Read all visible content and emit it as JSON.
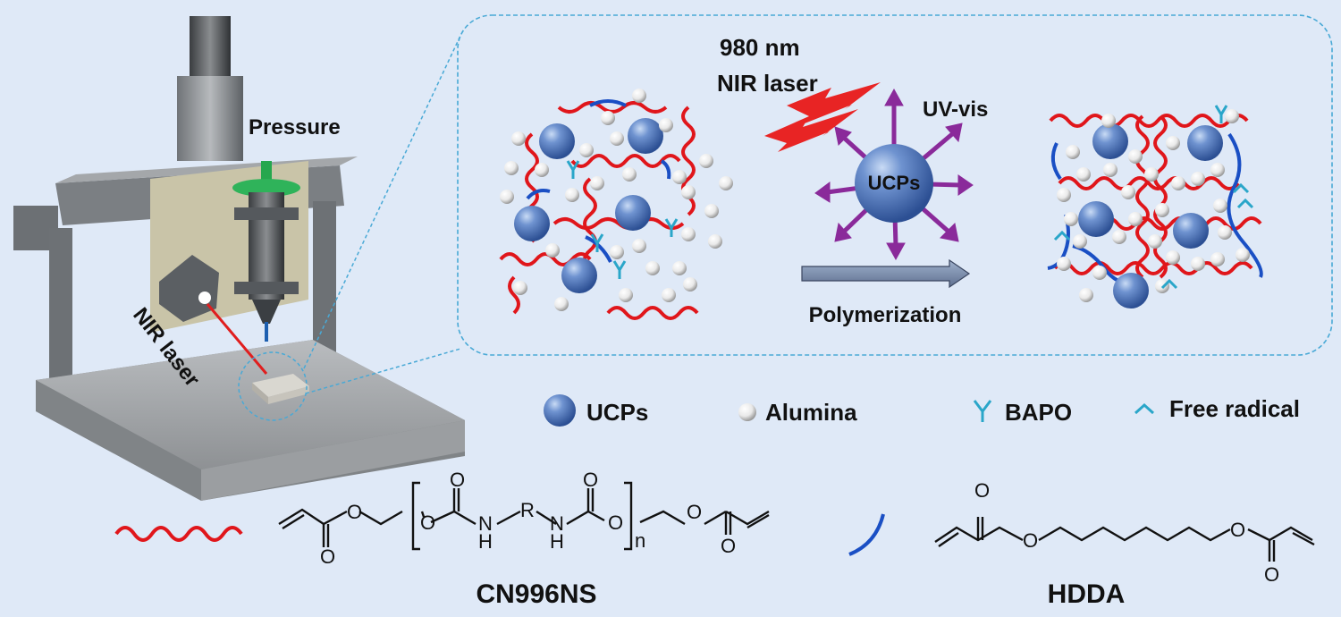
{
  "printer": {
    "pressure_label": "Pressure",
    "nir_laser_label": "NIR laser"
  },
  "mechanism": {
    "wavelength_label": "980 nm",
    "nir_label": "NIR laser",
    "uv_label": "UV-vis",
    "center_particle_label": "UCPs",
    "arrow_label": "Polymerization"
  },
  "legend": [
    {
      "symbol": "blue-sphere",
      "label": "UCPs"
    },
    {
      "symbol": "white-sphere",
      "label": "Alumina"
    },
    {
      "symbol": "bapo-mark",
      "label": "BAPO"
    },
    {
      "symbol": "radical-mark",
      "label": "Free radical"
    }
  ],
  "structures": {
    "cn996ns": {
      "name": "CN996NS",
      "repeat_subscript": "n",
      "atoms": {
        "o": "O",
        "n": "N",
        "h": "H",
        "r": "R"
      }
    },
    "hdda": {
      "name": "HDDA",
      "atoms": {
        "o": "O"
      }
    }
  },
  "colors": {
    "cn996ns_chain": "#e0161b",
    "hdda_chain": "#1a4fc4",
    "ucp_sphere": "#4a72b8",
    "bapo_mark": "#2aa6c9",
    "uv_arrow": "#8a2a9a",
    "laser_bolt": "#e82424",
    "background": "#dfe9f7"
  }
}
